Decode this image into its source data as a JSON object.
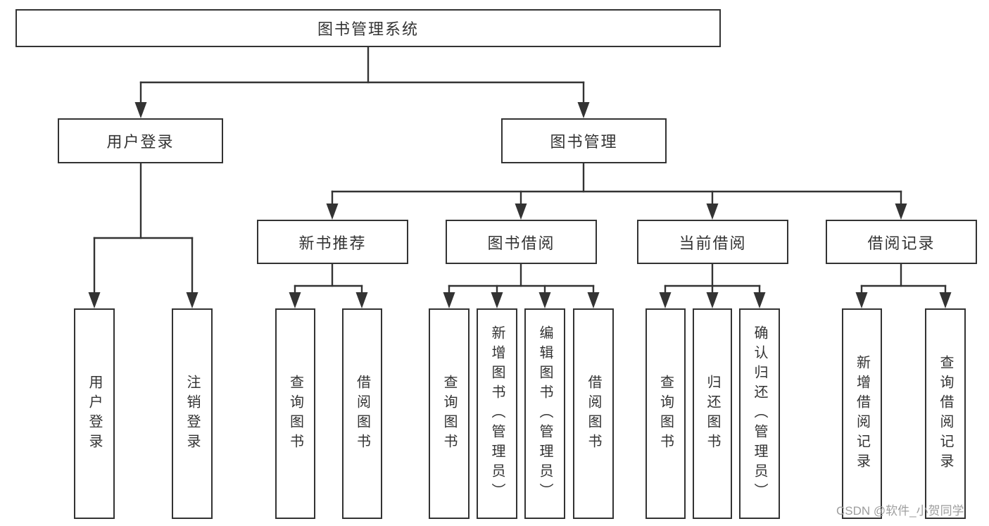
{
  "diagram": {
    "root": {
      "label": "图书管理系统"
    },
    "branches": [
      {
        "label": "用户登录",
        "children": [
          {
            "label": "用户登录"
          },
          {
            "label": "注销登录"
          }
        ]
      },
      {
        "label": "图书管理",
        "children": [
          {
            "label": "新书推荐",
            "children": [
              {
                "label": "查询图书"
              },
              {
                "label": "借阅图书"
              }
            ]
          },
          {
            "label": "图书借阅",
            "children": [
              {
                "label": "查询图书"
              },
              {
                "label": "新增图书（管理员）"
              },
              {
                "label": "编辑图书（管理员）"
              },
              {
                "label": "借阅图书"
              }
            ]
          },
          {
            "label": "当前借阅",
            "children": [
              {
                "label": "查询图书"
              },
              {
                "label": "归还图书"
              },
              {
                "label": "确认归还（管理员）"
              }
            ]
          },
          {
            "label": "借阅记录",
            "children": [
              {
                "label": "新增借阅记录"
              },
              {
                "label": "查询借阅记录"
              }
            ]
          }
        ]
      }
    ],
    "watermark": "CSDN @软件_小贺同学",
    "colors": {
      "background": "#ffffff",
      "line": "#333333",
      "box_fill": "#ffffff",
      "text": "#333333",
      "watermark": "#9e9e9e"
    }
  }
}
